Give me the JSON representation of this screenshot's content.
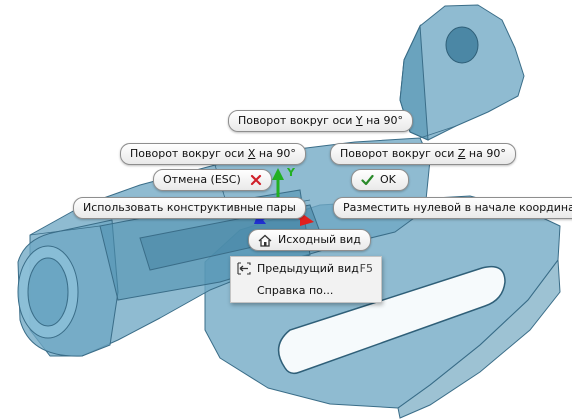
{
  "buttons": {
    "rotate_y": {
      "prefix": "Поворот вокруг оси ",
      "axis": "Y",
      "suffix": " на 90°"
    },
    "rotate_x": {
      "prefix": "Поворот вокруг оси ",
      "axis": "X",
      "suffix": " на 90°"
    },
    "rotate_z": {
      "prefix": "Поворот вокруг оси ",
      "axis": "Z",
      "suffix": " на 90°"
    },
    "cancel": "Отмена (ESC)",
    "ok": "OK",
    "use_constraints": "Использовать конструктивные пары",
    "place_origin": "Разместить нулевой в начале координат",
    "home_view": "Исходный вид"
  },
  "menu": {
    "previous_view": {
      "label": "Предыдущий вид",
      "shortcut": "F5"
    },
    "help": {
      "label": "Справка по..."
    }
  },
  "triad": {
    "y_label": "Y"
  },
  "colors": {
    "part_fill": "#6fa8c4",
    "part_edge": "#3a6d88",
    "cancel_x": "#d0202a",
    "ok_check": "#2a8a2a",
    "axis_x": "#e0201e",
    "axis_y": "#22b022",
    "axis_z": "#2030d0"
  },
  "icons": [
    "home-icon",
    "previous-view-icon",
    "checkmark-icon",
    "close-icon"
  ]
}
